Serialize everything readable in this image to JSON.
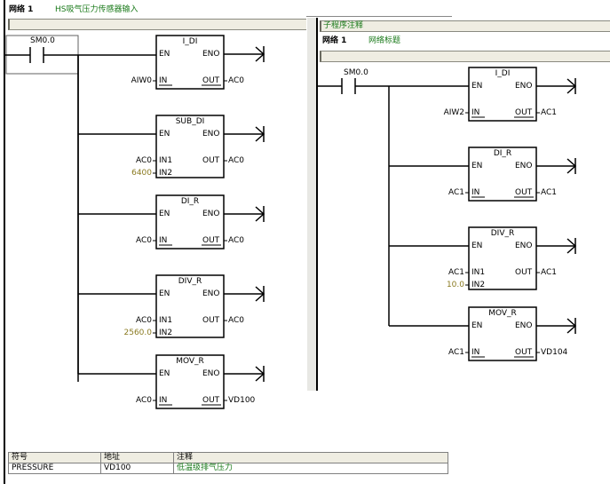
{
  "left_panel": {
    "network_label": "网络 1",
    "network_title": "HS吸气压力传感器输入",
    "contact": "SM0.0",
    "blocks": [
      {
        "name": "I_DI",
        "en": "EN",
        "eno": "ENO",
        "inputs": [
          {
            "pin": "IN",
            "value": "AIW0",
            "const": false
          }
        ],
        "out_pin": "OUT",
        "out_value": "AC0"
      },
      {
        "name": "SUB_DI",
        "en": "EN",
        "eno": "ENO",
        "inputs": [
          {
            "pin": "IN1",
            "value": "AC0",
            "const": false
          },
          {
            "pin": "IN2",
            "value": "6400",
            "const": true
          }
        ],
        "out_pin": "OUT",
        "out_value": "AC0"
      },
      {
        "name": "DI_R",
        "en": "EN",
        "eno": "ENO",
        "inputs": [
          {
            "pin": "IN",
            "value": "AC0",
            "const": false
          }
        ],
        "out_pin": "OUT",
        "out_value": "AC0"
      },
      {
        "name": "DIV_R",
        "en": "EN",
        "eno": "ENO",
        "inputs": [
          {
            "pin": "IN1",
            "value": "AC0",
            "const": false
          },
          {
            "pin": "IN2",
            "value": "2560.0",
            "const": true
          }
        ],
        "out_pin": "OUT",
        "out_value": "AC0"
      },
      {
        "name": "MOV_R",
        "en": "EN",
        "eno": "ENO",
        "inputs": [
          {
            "pin": "IN",
            "value": "AC0",
            "const": false
          }
        ],
        "out_pin": "OUT",
        "out_value": "VD100"
      }
    ]
  },
  "right_panel": {
    "subroutine_comment": "子程序注释",
    "network_label": "网络 1",
    "network_title": "网络标题",
    "contact": "SM0.0",
    "blocks": [
      {
        "name": "I_DI",
        "en": "EN",
        "eno": "ENO",
        "inputs": [
          {
            "pin": "IN",
            "value": "AIW2",
            "const": false
          }
        ],
        "out_pin": "OUT",
        "out_value": "AC1"
      },
      {
        "name": "DI_R",
        "en": "EN",
        "eno": "ENO",
        "inputs": [
          {
            "pin": "IN",
            "value": "AC1",
            "const": false
          }
        ],
        "out_pin": "OUT",
        "out_value": "AC1"
      },
      {
        "name": "DIV_R",
        "en": "EN",
        "eno": "ENO",
        "inputs": [
          {
            "pin": "IN1",
            "value": "AC1",
            "const": false
          },
          {
            "pin": "IN2",
            "value": "10.0",
            "const": true
          }
        ],
        "out_pin": "OUT",
        "out_value": "AC1"
      },
      {
        "name": "MOV_R",
        "en": "EN",
        "eno": "ENO",
        "inputs": [
          {
            "pin": "IN",
            "value": "AC1",
            "const": false
          }
        ],
        "out_pin": "OUT",
        "out_value": "VD104"
      }
    ]
  },
  "symbol_table": {
    "headers": [
      "符号",
      "地址",
      "注释"
    ],
    "rows": [
      [
        "PRESSURE",
        "VD100",
        "低温级排气压力"
      ]
    ]
  }
}
